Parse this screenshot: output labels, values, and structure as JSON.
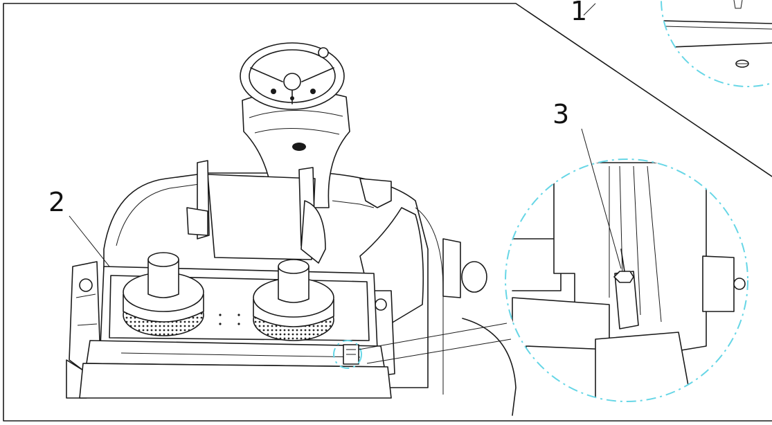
{
  "callouts": {
    "one": "1",
    "two": "2",
    "three": "3"
  },
  "colors": {
    "line": "#1a1a1a",
    "detail_circle": "#66d6e6",
    "background": "#ffffff"
  },
  "icons": {
    "steering_wheel": "steering-wheel-icon",
    "brush": "brush-knurl-icon",
    "bolt": "bolt-icon"
  }
}
